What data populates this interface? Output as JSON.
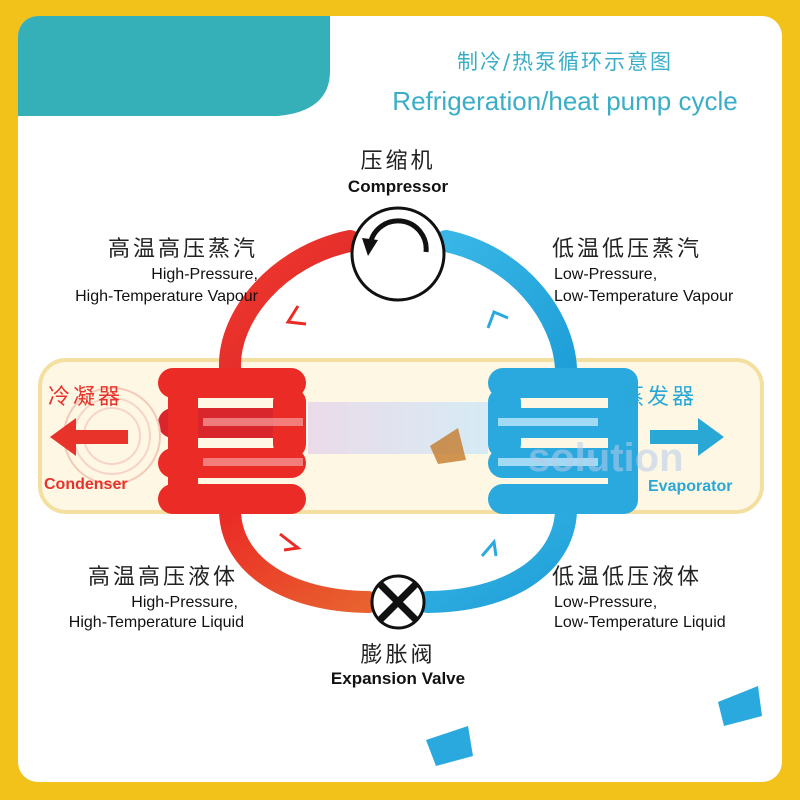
{
  "title": {
    "zh": "制冷/热泵循环示意图",
    "en": "Refrigeration/heat pump cycle"
  },
  "compressor": {
    "zh": "压缩机",
    "en": "Compressor"
  },
  "expansion_valve": {
    "zh": "膨胀阀",
    "en": "Expansion Valve"
  },
  "condenser": {
    "zh": "冷凝器",
    "en": "Condenser"
  },
  "evaporator": {
    "zh": "蒸发器",
    "en": "Evaporator"
  },
  "hp_ht_vapour": {
    "zh": "高温高压蒸汽",
    "en1": "High-Pressure,",
    "en2": "High-Temperature Vapour"
  },
  "lp_lt_vapour": {
    "zh": "低温低压蒸汽",
    "en1": "Low-Pressure,",
    "en2": "Low-Temperature Vapour"
  },
  "hp_ht_liquid": {
    "zh": "高温高压液体",
    "en1": "High-Pressure,",
    "en2": "High-Temperature Liquid"
  },
  "lp_lt_liquid": {
    "zh": "低温低压液体",
    "en1": "Low-Pressure,",
    "en2": "Low-Temperature Liquid"
  },
  "watermark": "solution",
  "colors": {
    "hot": "#ea2b26",
    "cold": "#2aa9df",
    "border": "#f2c21a",
    "teal": "#3aaec6"
  }
}
